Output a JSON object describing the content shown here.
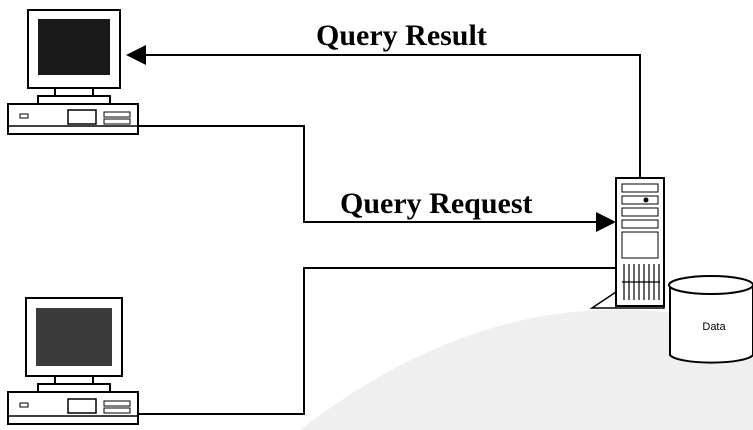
{
  "diagram": {
    "labels": {
      "query_result": "Query Result",
      "query_request": "Query Request",
      "data_store": "Data"
    },
    "colors": {
      "line": "#000000",
      "screen": "#1a1a1a",
      "background_arc": "#efefef",
      "device_fill": "#ffffff"
    },
    "nodes": [
      {
        "id": "client-computer-top",
        "kind": "desktop-computer-icon"
      },
      {
        "id": "client-computer-bottom",
        "kind": "desktop-computer-icon"
      },
      {
        "id": "server",
        "kind": "server-tower-icon"
      },
      {
        "id": "data-store",
        "kind": "database-cylinder-icon"
      }
    ]
  }
}
